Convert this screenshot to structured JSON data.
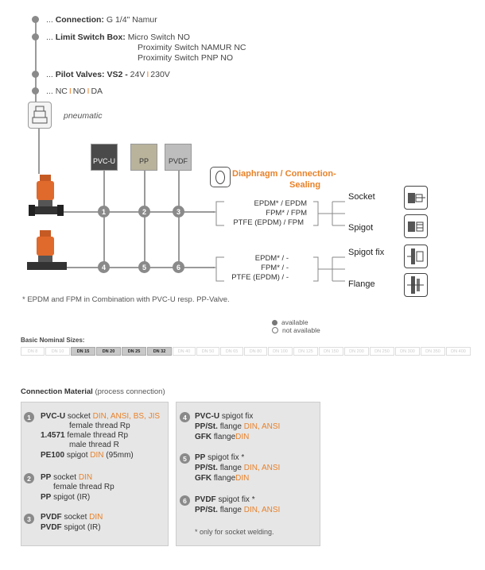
{
  "options": {
    "connection": {
      "label": "Connection:",
      "value": "G 1/4\" Namur"
    },
    "limit_switch": {
      "label": "Limit Switch Box:",
      "values": [
        "Micro Switch NO",
        "Proximity Switch NAMUR NC",
        "Proximity Switch PNP NO"
      ]
    },
    "pilot_valves": {
      "label": "Pilot Valves: VS2 -",
      "v1": "24V",
      "v2": "230V"
    },
    "function": {
      "v1": "NC",
      "v2": "NO",
      "v3": "DA"
    },
    "ellipsis": "...",
    "separator": "I",
    "actuator_label": "pneumatic"
  },
  "materials": [
    {
      "label": "PVC-U",
      "color": "#4a4a4a"
    },
    {
      "label": "PP",
      "color": "#b9b39c"
    },
    {
      "label": "PVDF",
      "color": "#bdbdbd"
    }
  ],
  "diaphragm": {
    "title_line1": "Diaphragm / Connection-",
    "title_line2": "Sealing"
  },
  "numbers": [
    "1",
    "2",
    "3",
    "4",
    "5",
    "6"
  ],
  "seals_top": [
    "EPDM* / EPDM",
    "FPM* / FPM",
    "PTFE (EPDM) / FPM"
  ],
  "seals_bottom": [
    "EPDM* / -",
    "FPM* / -",
    "PTFE (EPDM) / -"
  ],
  "connections": [
    "Socket",
    "Spigot",
    "Spigot fix",
    "Flange"
  ],
  "footnote": "* EPDM and FPM in Combination with PVC-U resp. PP-Valve.",
  "legend": {
    "available": "available",
    "not_available": "not available"
  },
  "nominal_sizes": {
    "title": "Basic Nominal Sizes:",
    "items": [
      {
        "label": "DN 8",
        "on": false
      },
      {
        "label": "DN 10",
        "on": false
      },
      {
        "label": "DN 15",
        "on": true
      },
      {
        "label": "DN 20",
        "on": true
      },
      {
        "label": "DN 25",
        "on": true
      },
      {
        "label": "DN 32",
        "on": true
      },
      {
        "label": "DN 40",
        "on": false
      },
      {
        "label": "DN 50",
        "on": false
      },
      {
        "label": "DN 65",
        "on": false
      },
      {
        "label": "DN 80",
        "on": false
      },
      {
        "label": "DN 100",
        "on": false
      },
      {
        "label": "DN 125",
        "on": false
      },
      {
        "label": "DN 150",
        "on": false
      },
      {
        "label": "DN 200",
        "on": false
      },
      {
        "label": "DN 250",
        "on": false
      },
      {
        "label": "DN 300",
        "on": false
      },
      {
        "label": "DN 350",
        "on": false
      },
      {
        "label": "DN 400",
        "on": false
      }
    ]
  },
  "connection_material": {
    "title": "Connection Material",
    "subtitle": "(process connection)",
    "left": {
      "g1": {
        "num": "1",
        "mat": "PVC-U",
        "l1": "socket",
        "l1o": "DIN, ANSI, BS, JIS",
        "l2": "female thread Rp",
        "mat2": "1.4571",
        "l3": "female thread Rp",
        "l4": "male thread R",
        "mat3": "PE100",
        "l5": "spigot",
        "l5o": "DIN",
        "l5s": "(95mm)"
      },
      "g2": {
        "num": "2",
        "mat": "PP",
        "l1": "socket",
        "l1o": "DIN",
        "l2": "female thread Rp",
        "l3": "spigot (IR)"
      },
      "g3": {
        "num": "3",
        "mat": "PVDF",
        "l1": "socket",
        "l1o": "DIN",
        "l2": "spigot (IR)"
      }
    },
    "right": {
      "g4": {
        "num": "4",
        "mat": "PVC-U",
        "l1": "spigot fix",
        "mat2": "PP/St.",
        "l2": "flange",
        "l2o": "DIN, ANSI",
        "mat3": "GFK",
        "l3": "flange",
        "l3o": "DIN"
      },
      "g5": {
        "num": "5",
        "mat": "PP",
        "l1": "spigot fix *",
        "mat2": "PP/St.",
        "l2": "flange",
        "l2o": "DIN, ANSI",
        "mat3": "GFK",
        "l3": "flange",
        "l3o": "DIN"
      },
      "g6": {
        "num": "6",
        "mat": "PVDF",
        "l1": "spigot fix *",
        "mat2": "PP/St.",
        "l2": "flange",
        "l2o": "DIN, ANSI"
      },
      "note": "* only for socket welding."
    }
  }
}
